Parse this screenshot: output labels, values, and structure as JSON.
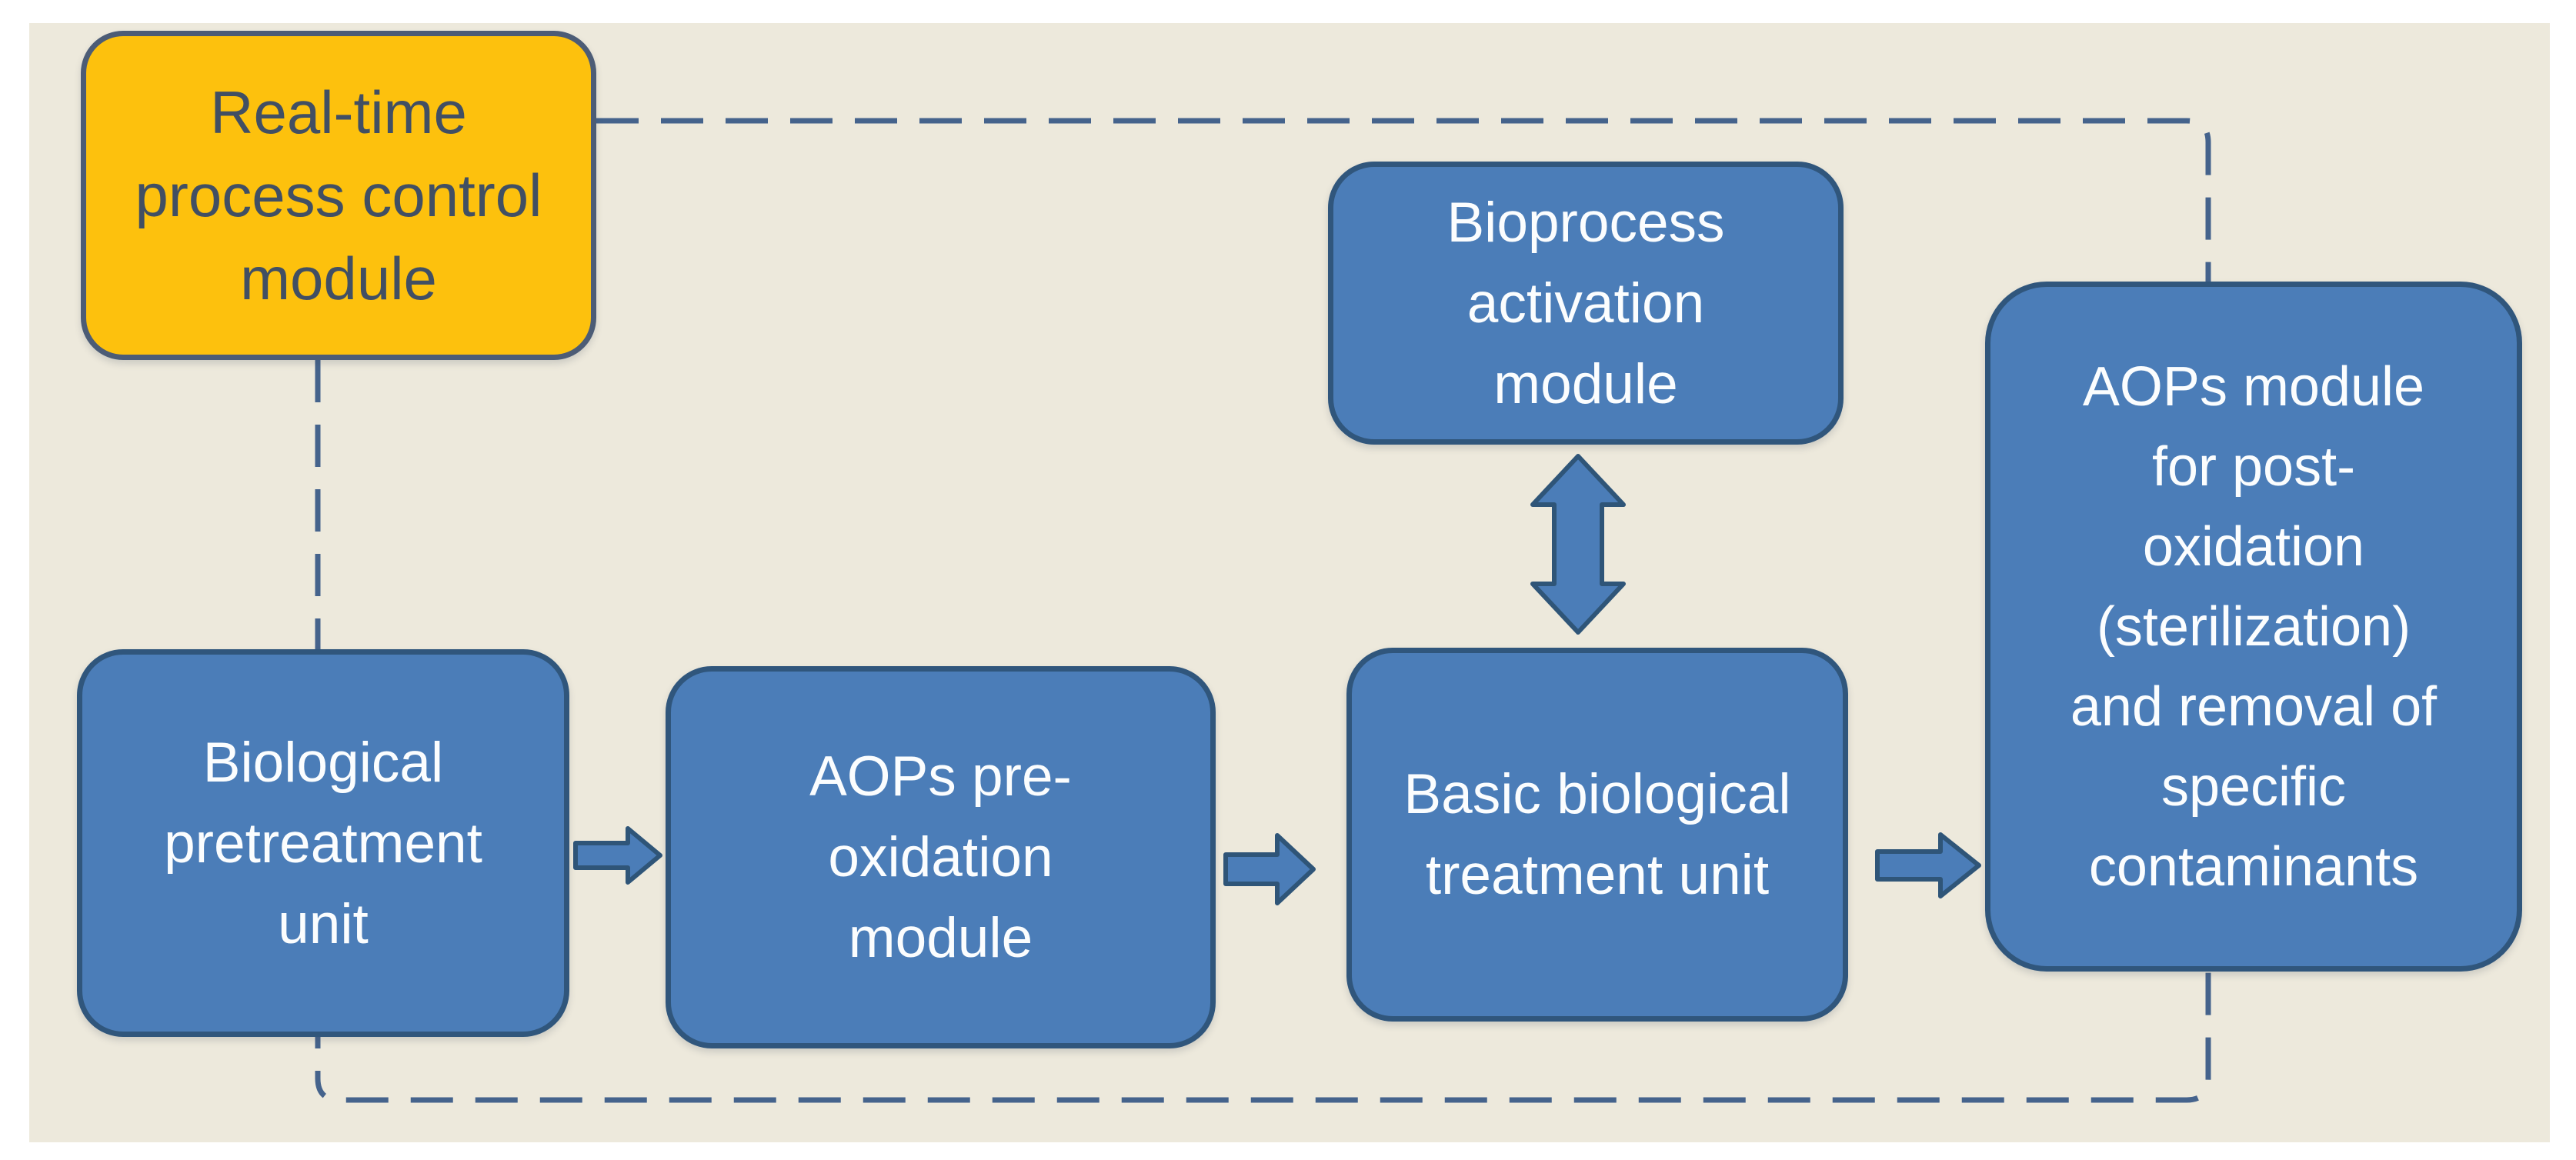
{
  "diagram": {
    "type": "process-flow-diagram",
    "background_color": "#EDE9DC",
    "page_color": "#FFFFFF"
  },
  "colors": {
    "unit_fill": "#4B7DB8",
    "unit_border": "#30567C",
    "unit_text": "#FBFDFE",
    "control_fill": "#FDC10D",
    "control_border": "#4C5C76",
    "control_text": "#414F63",
    "dashed_line": "#45638C",
    "arrow_fill": "#4B7DB8",
    "arrow_border": "#2F5578"
  },
  "nodes": {
    "control": {
      "label": "Real-time\nprocess control\nmodule"
    },
    "bioprocess_activation": {
      "label": "Bioprocess\nactivation\nmodule"
    },
    "biological_pretreatment": {
      "label": "Biological\npretreatment\nunit"
    },
    "aops_preoxidation": {
      "label": "AOPs pre-\noxidation\nmodule"
    },
    "basic_biological": {
      "label": "Basic biological\ntreatment unit"
    },
    "aops_postoxidation": {
      "label": "AOPs module\nfor post-\noxidation\n(sterilization)\nand removal of\nspecific\ncontaminants"
    }
  },
  "connectors": {
    "flow_arrows": [
      {
        "from": "Biological pretreatment unit",
        "to": "AOPs pre-oxidation module",
        "style": "solid-block-arrow",
        "direction": "right"
      },
      {
        "from": "AOPs pre-oxidation module",
        "to": "Basic biological treatment unit",
        "style": "solid-block-arrow",
        "direction": "right"
      },
      {
        "from": "Basic biological treatment unit",
        "to": "AOPs module for post-oxidation (sterilization) and removal of specific contaminants",
        "style": "solid-block-arrow",
        "direction": "right"
      },
      {
        "from": "Bioprocess activation module",
        "to": "Basic biological treatment unit",
        "style": "solid-block-arrow",
        "direction": "both"
      }
    ],
    "control_loop": {
      "from": "Real-time process control module",
      "style": "dashed-line",
      "connects_to": [
        "Biological pretreatment unit",
        "AOPs module for post-oxidation (sterilization) and removal of specific contaminants",
        "bottom bus spanning all treatment units"
      ]
    }
  }
}
